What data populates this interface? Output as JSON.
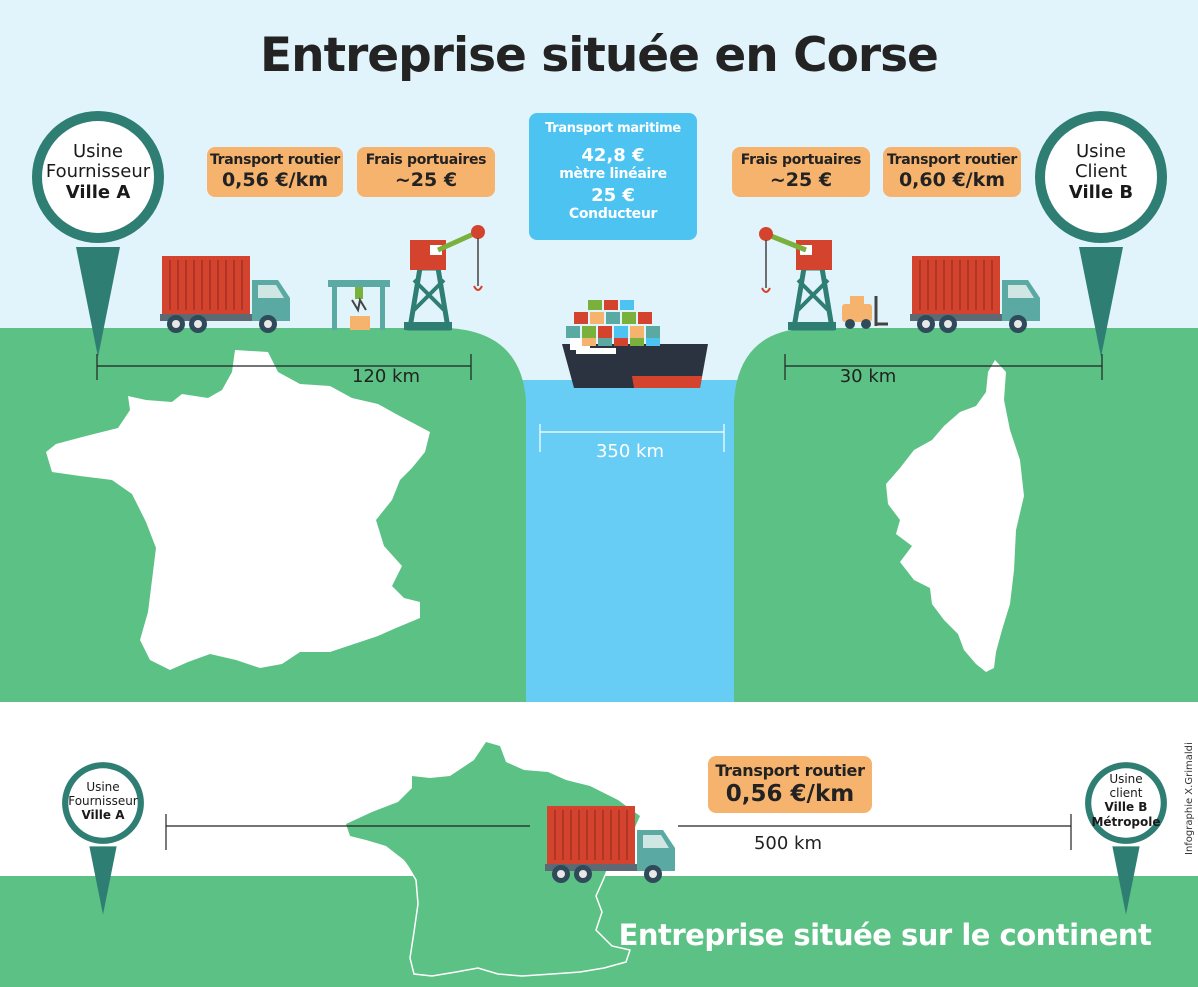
{
  "title": "Entreprise située en Corse",
  "bottom_title": "Entreprise située sur le continent",
  "credit": "Infographie X.Grimaldi",
  "colors": {
    "sky": "#e2f4fb",
    "land": "#5cc185",
    "sea": "#68cdf4",
    "pin": "#2f7e73",
    "tag": "#f6b36e",
    "container": "#d4432d",
    "truck_cab": "#5aa9a2"
  },
  "icons": {
    "supplier_pin": "map-pin-icon",
    "client_pin": "map-pin-icon",
    "truck": "truck-icon",
    "crane": "port-crane-icon",
    "gantry": "gantry-crane-icon",
    "ship": "container-ship-icon",
    "forklift": "forklift-icon",
    "france": "france-map-icon",
    "corsica": "corsica-map-icon"
  },
  "corse": {
    "supplier_pin": {
      "line1": "Usine",
      "line2": "Fournisseur",
      "line3": "Ville A"
    },
    "client_pin": {
      "line1": "Usine",
      "line2": "Client",
      "line3": "Ville B"
    },
    "road_left": {
      "label": "Transport routier",
      "value": "0,56 €/km"
    },
    "port_left": {
      "label": "Frais portuaires",
      "value": "~25 €"
    },
    "sea": {
      "label": "Transport maritime",
      "price": "42,8 €",
      "unit": "mètre linéaire",
      "driver_price": "25 €",
      "driver_label": "Conducteur"
    },
    "port_right": {
      "label": "Frais portuaires",
      "value": "~25 €"
    },
    "road_right": {
      "label": "Transport routier",
      "value": "0,60 €/km"
    },
    "distance_left": "120 km",
    "distance_sea": "350 km",
    "distance_right": "30 km"
  },
  "continent": {
    "supplier_pin": {
      "line1": "Usine",
      "line2": "Fournisseur",
      "line3": "Ville A"
    },
    "client_pin": {
      "line1": "Usine",
      "line2": "client",
      "line3": "Ville B",
      "line4": "Métropole"
    },
    "road": {
      "label": "Transport routier",
      "value": "0,56 €/km"
    },
    "distance": "500 km"
  }
}
